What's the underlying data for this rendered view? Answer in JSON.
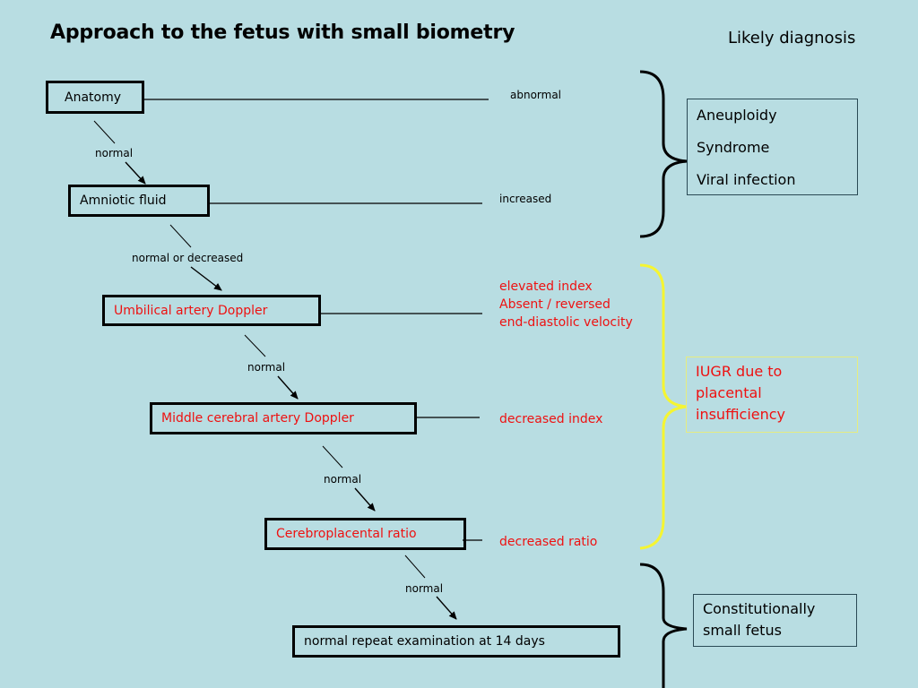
{
  "title": "Approach to the fetus with small biometry",
  "diagnosis_header": "Likely diagnosis",
  "steps": [
    {
      "label": "Anatomy",
      "finding": "abnormal"
    },
    {
      "label": "Amniotic fluid",
      "finding": "increased"
    },
    {
      "label": "Umbilical artery Doppler",
      "finding_lines": [
        "elevated index",
        "Absent / reversed",
        "end-diastolic velocity"
      ]
    },
    {
      "label": "Middle cerebral artery Doppler",
      "finding": "decreased index"
    },
    {
      "label": "Cerebroplacental ratio",
      "finding": "decreased ratio"
    },
    {
      "label": "normal repeat examination at 14 days"
    }
  ],
  "transitions": [
    "normal",
    "normal or decreased",
    "normal",
    "normal",
    "normal"
  ],
  "diagnoses": [
    {
      "lines": [
        "Aneuploidy",
        "Syndrome",
        "Viral infection"
      ]
    },
    {
      "lines": [
        "IUGR due to",
        "placental",
        "insufficiency"
      ]
    },
    {
      "lines": [
        "Constitutionally",
        "small fetus"
      ]
    }
  ],
  "colors": {
    "background": "#b8dde2",
    "red": "#ee1111",
    "yellow_bracket": "#f5f532",
    "black": "#000000"
  }
}
